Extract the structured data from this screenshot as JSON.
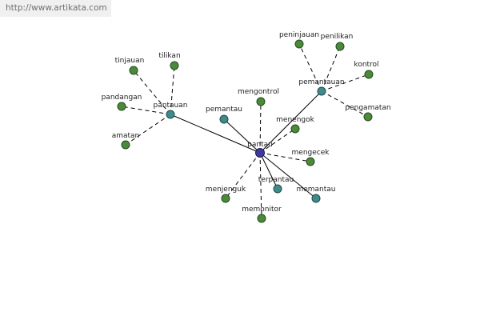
{
  "watermark": "http://www.artikata.com",
  "graph": {
    "nodes": [
      {
        "id": "pantau",
        "label": "pantau",
        "kind": "hub"
      },
      {
        "id": "pantauan",
        "label": "pantauan",
        "kind": "mid"
      },
      {
        "id": "pemantauan",
        "label": "pemantauan",
        "kind": "mid"
      },
      {
        "id": "pemantau",
        "label": "pemantau",
        "kind": "mid"
      },
      {
        "id": "terpantau",
        "label": "terpantau",
        "kind": "mid"
      },
      {
        "id": "memantau",
        "label": "memantau",
        "kind": "mid"
      },
      {
        "id": "tinjauan",
        "label": "tinjauan",
        "kind": "leaf"
      },
      {
        "id": "tilikan",
        "label": "tilikan",
        "kind": "leaf"
      },
      {
        "id": "pandangan",
        "label": "pandangan",
        "kind": "leaf"
      },
      {
        "id": "amatan",
        "label": "amatan",
        "kind": "leaf"
      },
      {
        "id": "peninjauan",
        "label": "peninjauan",
        "kind": "leaf"
      },
      {
        "id": "penilikan",
        "label": "penilikan",
        "kind": "leaf"
      },
      {
        "id": "kontrol",
        "label": "kontrol",
        "kind": "leaf"
      },
      {
        "id": "pengamatan",
        "label": "pengamatan",
        "kind": "leaf"
      },
      {
        "id": "mengontrol",
        "label": "mengontrol",
        "kind": "leaf"
      },
      {
        "id": "menengok",
        "label": "menengok",
        "kind": "leaf"
      },
      {
        "id": "mengecek",
        "label": "mengecek",
        "kind": "leaf"
      },
      {
        "id": "menjenguk",
        "label": "menjenguk",
        "kind": "leaf"
      },
      {
        "id": "memonitor",
        "label": "memonitor",
        "kind": "leaf"
      }
    ],
    "edges": [
      {
        "from": "pantau",
        "to": "pantauan",
        "style": "solid"
      },
      {
        "from": "pantau",
        "to": "pemantauan",
        "style": "solid"
      },
      {
        "from": "pantau",
        "to": "pemantau",
        "style": "solid"
      },
      {
        "from": "pantau",
        "to": "terpantau",
        "style": "solid"
      },
      {
        "from": "pantau",
        "to": "memantau",
        "style": "solid"
      },
      {
        "from": "pantau",
        "to": "mengontrol",
        "style": "dashed"
      },
      {
        "from": "pantau",
        "to": "menengok",
        "style": "dashed"
      },
      {
        "from": "pantau",
        "to": "mengecek",
        "style": "dashed"
      },
      {
        "from": "pantau",
        "to": "menjenguk",
        "style": "dashed"
      },
      {
        "from": "pantau",
        "to": "memonitor",
        "style": "dashed"
      },
      {
        "from": "pantauan",
        "to": "tinjauan",
        "style": "dashed"
      },
      {
        "from": "pantauan",
        "to": "tilikan",
        "style": "dashed"
      },
      {
        "from": "pantauan",
        "to": "pandangan",
        "style": "dashed"
      },
      {
        "from": "pantauan",
        "to": "amatan",
        "style": "dashed"
      },
      {
        "from": "pemantauan",
        "to": "peninjauan",
        "style": "dashed"
      },
      {
        "from": "pemantauan",
        "to": "penilikan",
        "style": "dashed"
      },
      {
        "from": "pemantauan",
        "to": "kontrol",
        "style": "dashed"
      },
      {
        "from": "pemantauan",
        "to": "pengamatan",
        "style": "dashed"
      }
    ]
  }
}
